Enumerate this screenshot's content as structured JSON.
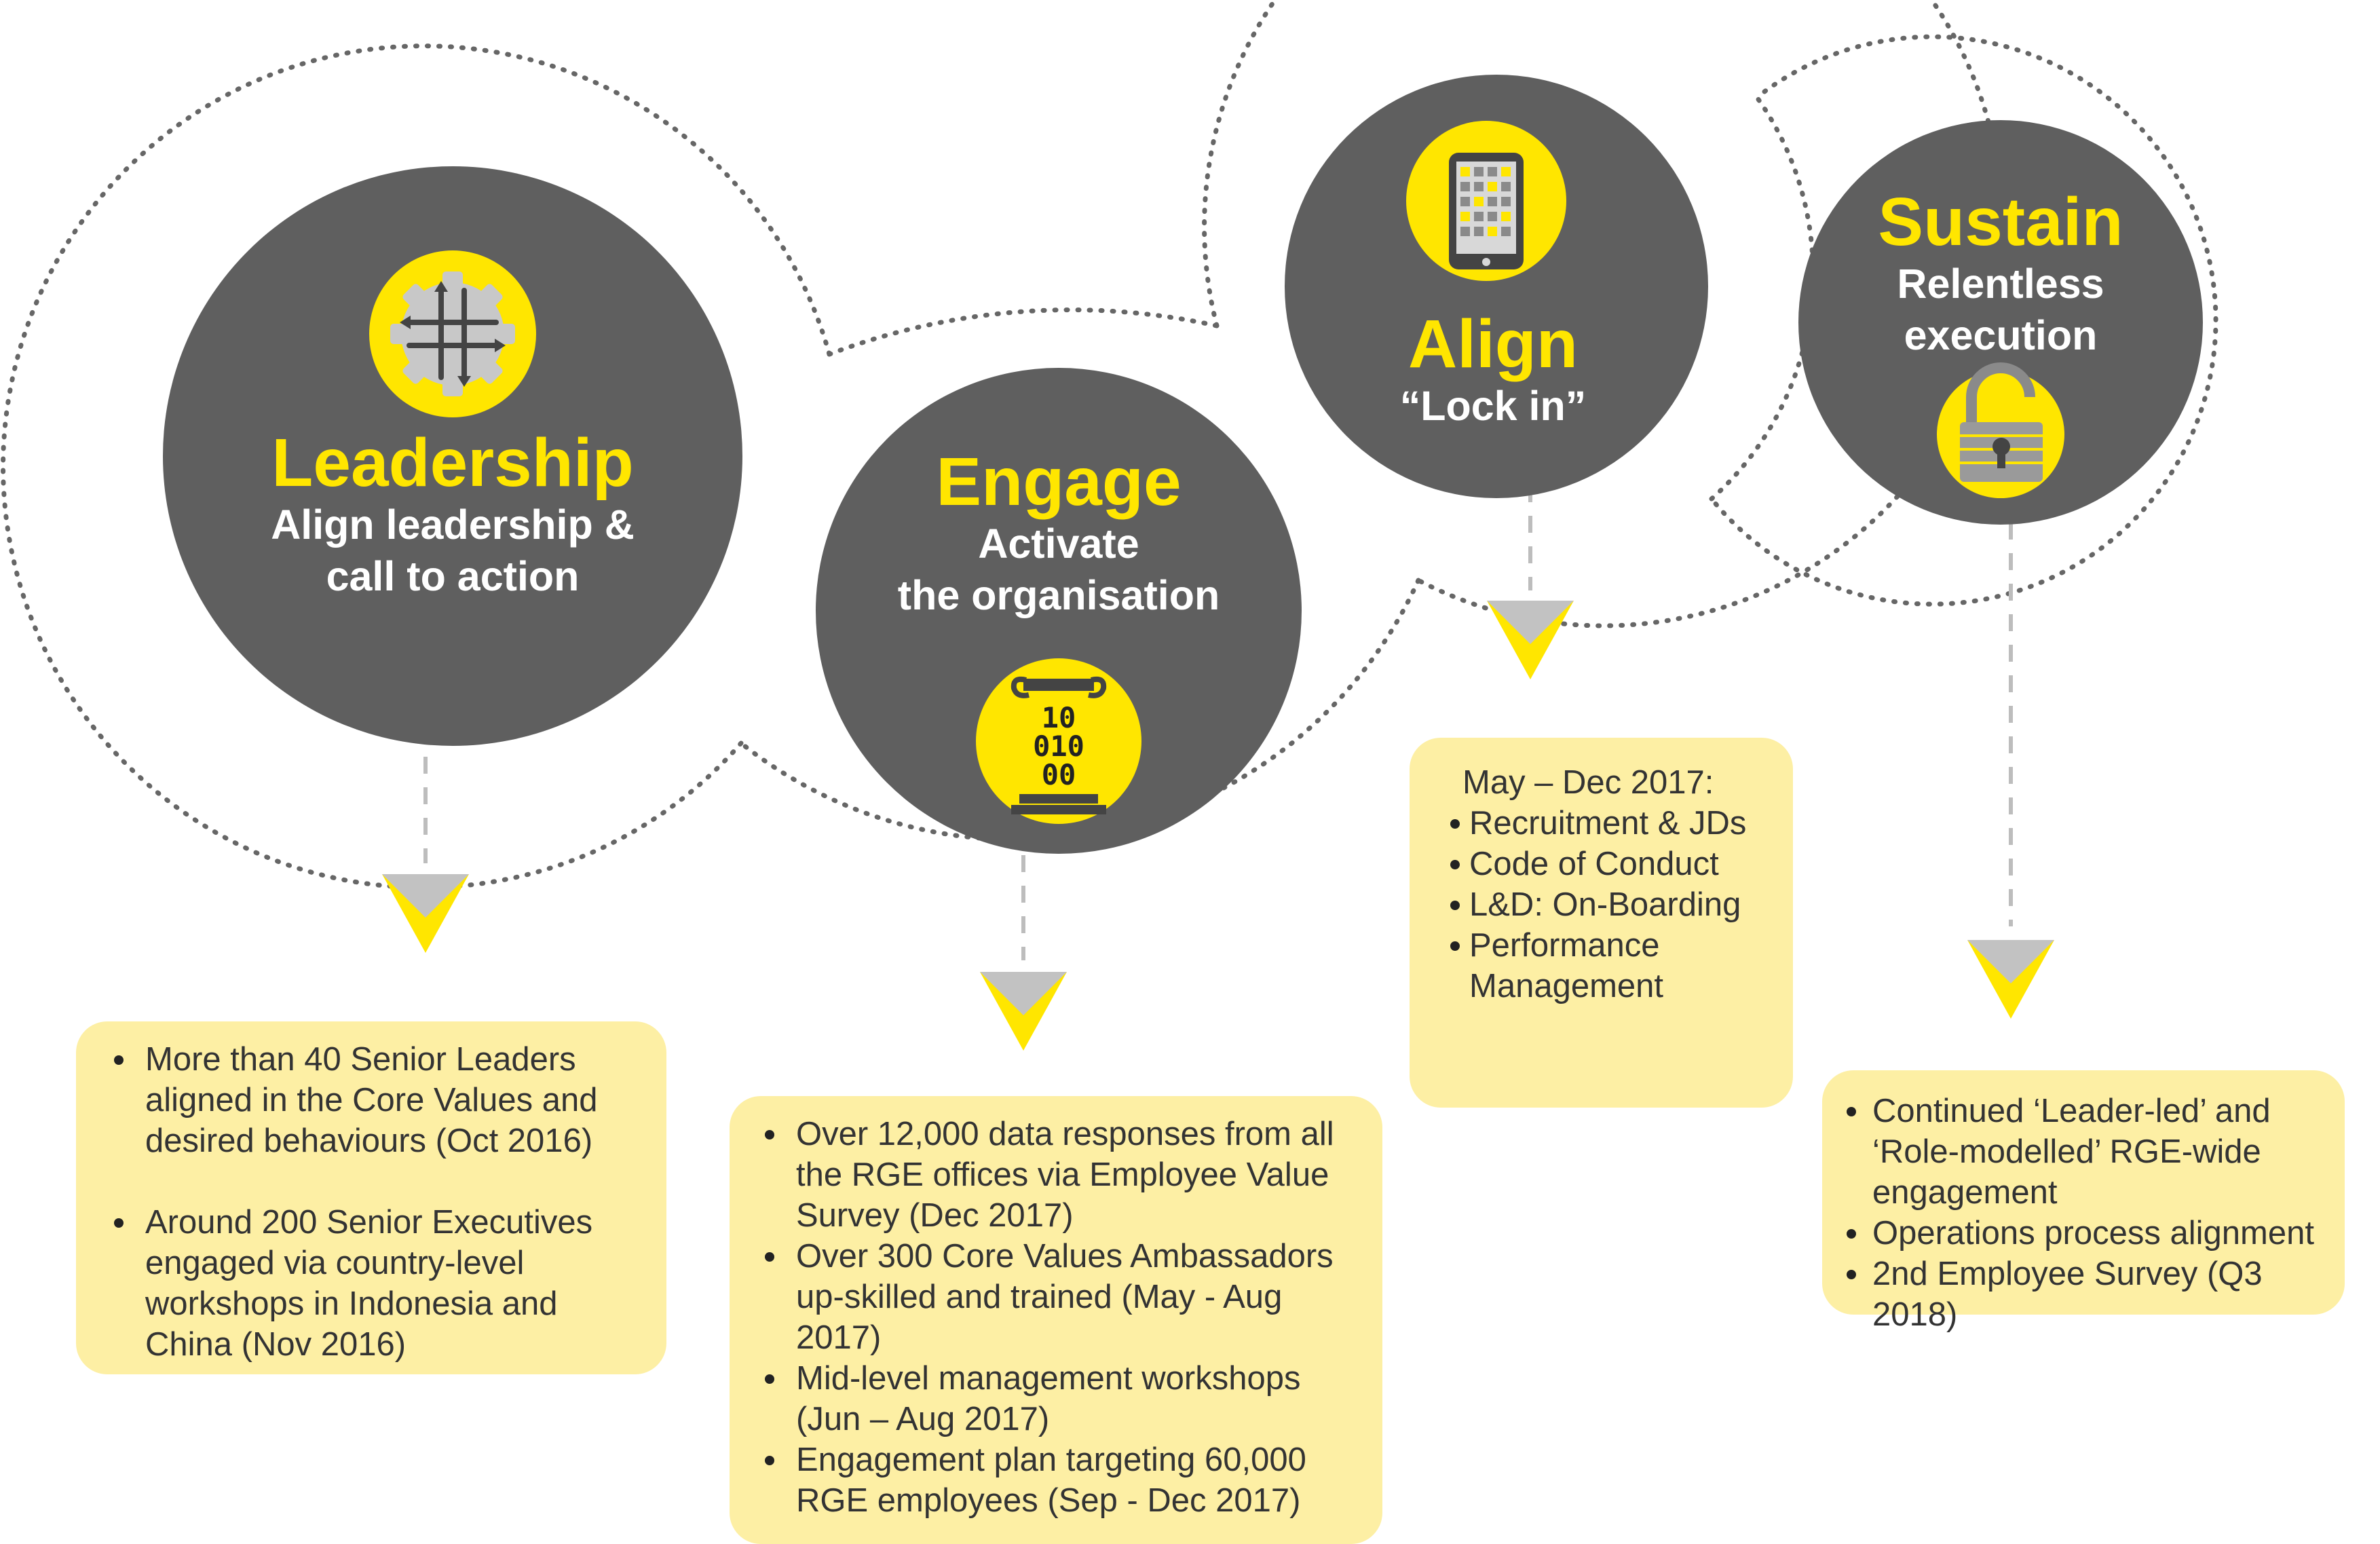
{
  "colors": {
    "stage_circle": "#5F5F5F",
    "accent_yellow": "#FFE600",
    "box_fill": "#FDEFA4",
    "arrow_grey": "#C2C2C2",
    "dotted_outline": "#666666",
    "connector": "#BDBDBD"
  },
  "stages": [
    {
      "id": "leadership",
      "icon": "gear-arrows-icon",
      "title": "Leadership",
      "subtitle_lines": [
        "Align leadership &",
        "call to action"
      ],
      "box": {
        "items": [
          "More than 40 Senior Leaders aligned in the Core Values and desired behaviours (Oct 2016)",
          "Around 200 Senior Executives engaged via country-level workshops in Indonesia and China (Nov 2016)"
        ]
      }
    },
    {
      "id": "engage",
      "icon": "binary-pillar-icon",
      "icon_digits": [
        "10",
        "010",
        "00"
      ],
      "title": "Engage",
      "subtitle_lines": [
        "Activate",
        "the organisation"
      ],
      "box": {
        "items": [
          "Over 12,000 data responses from all the RGE offices via Employee Value Survey (Dec 2017)",
          "Over 300 Core Values Ambassadors up-skilled and trained (May - Aug 2017)",
          "Mid-level management workshops (Jun – Aug 2017)",
          "Engagement plan targeting 60,000 RGE employees (Sep - Dec 2017)"
        ]
      }
    },
    {
      "id": "align",
      "icon": "tablet-icon",
      "title": "Align",
      "subtitle_lines": [
        "“Lock in”"
      ],
      "box": {
        "heading": "May – Dec 2017:",
        "items": [
          "Recruitment & JDs",
          "Code of Conduct",
          "L&D: On-Boarding",
          "Performance Management"
        ]
      }
    },
    {
      "id": "sustain",
      "icon": "padlock-icon",
      "title": "Sustain",
      "subtitle_lines": [
        "Relentless",
        "execution"
      ],
      "box": {
        "items": [
          "Continued ‘Leader-led’ and ‘Role-modelled’ RGE-wide engagement",
          "Operations process alignment",
          "2nd Employee Survey (Q3 2018)"
        ]
      }
    }
  ]
}
